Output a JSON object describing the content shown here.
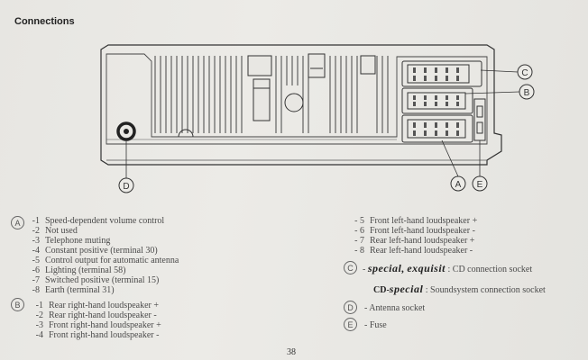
{
  "heading": "Connections",
  "callouts": {
    "c": "C",
    "b": "B",
    "d": "D",
    "a": "A",
    "e": "E"
  },
  "legend_a": {
    "marker": "A",
    "items": [
      {
        "num": "-1",
        "text": "Speed-dependent volume control"
      },
      {
        "num": "-2",
        "text": "Not used"
      },
      {
        "num": "-3",
        "text": "Telephone muting"
      },
      {
        "num": "-4",
        "text": "Constant positive (terminal 30)"
      },
      {
        "num": "-5",
        "text": "Control output for automatic antenna"
      },
      {
        "num": "-6",
        "text": "Lighting (terminal 58)"
      },
      {
        "num": "-7",
        "text": "Switched positive (terminal 15)"
      },
      {
        "num": "-8",
        "text": "Earth (terminal 31)"
      }
    ]
  },
  "legend_b": {
    "marker": "B",
    "items": [
      {
        "num": "-1",
        "text": "Rear right-hand loudspeaker +"
      },
      {
        "num": "-2",
        "text": "Rear right-hand loudspeaker -"
      },
      {
        "num": "-3",
        "text": "Front right-hand loudspeaker +"
      },
      {
        "num": "-4",
        "text": "Front right-hand loudspeaker -"
      }
    ]
  },
  "legend_right": {
    "items": [
      {
        "num": "- 5",
        "text": "Front left-hand loudspeaker +"
      },
      {
        "num": "- 6",
        "text": "Front left-hand loudspeaker -"
      },
      {
        "num": "- 7",
        "text": "Rear left-hand loudspeaker +"
      },
      {
        "num": "- 8",
        "text": "Rear left-hand loudspeaker -"
      }
    ]
  },
  "legend_c": {
    "marker": "C",
    "line1_prefix": "-",
    "line1_special": "special",
    "line1_sep": ",",
    "line1_exquisit": "exquisit",
    "line1_text": ": CD connection socket",
    "line2_cd": "CD-",
    "line2_special": "special",
    "line2_text": ": Soundsystem connection socket"
  },
  "legend_d": {
    "marker": "D",
    "text": "- Antenna socket"
  },
  "legend_e": {
    "marker": "E",
    "text": "- Fuse"
  },
  "page_number": "38"
}
